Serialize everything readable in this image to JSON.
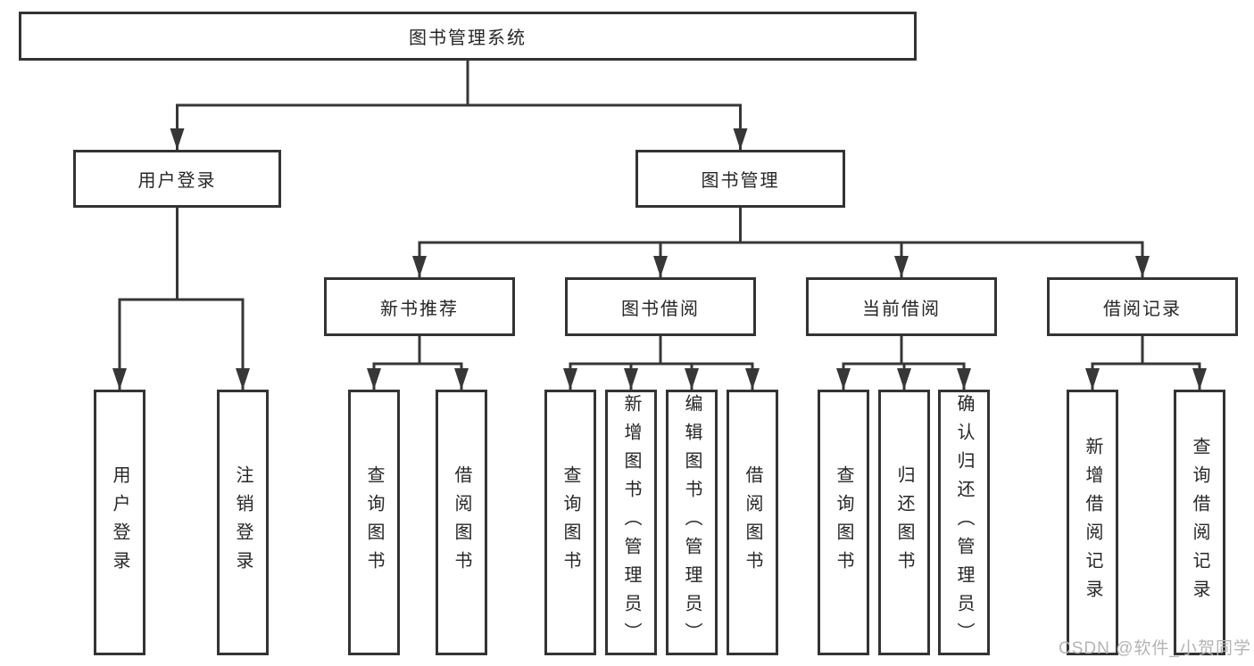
{
  "diagram": {
    "root": {
      "label": "图书管理系统"
    },
    "branches": [
      {
        "label": "用户登录",
        "children": [
          "用户登录",
          "注销登录"
        ]
      },
      {
        "label": "图书管理",
        "children": [
          {
            "label": "新书推荐",
            "children": [
              "查询图书",
              "借阅图书"
            ]
          },
          {
            "label": "图书借阅",
            "children": [
              "查询图书",
              "新增图书（管理员）",
              "编辑图书（管理员）",
              "借阅图书"
            ]
          },
          {
            "label": "当前借阅",
            "children": [
              "查询图书",
              "归还图书",
              "确认归还（管理员）"
            ]
          },
          {
            "label": "借阅记录",
            "children": [
              "新增借阅记录",
              "查询借阅记录"
            ]
          }
        ]
      }
    ]
  },
  "watermark": "CSDN @软件_小贺同学",
  "colors": {
    "line": "#373737",
    "box_border": "#333333",
    "box_fill": "#ffffff",
    "text": "#262626",
    "watermark": "#b4b4b4"
  }
}
